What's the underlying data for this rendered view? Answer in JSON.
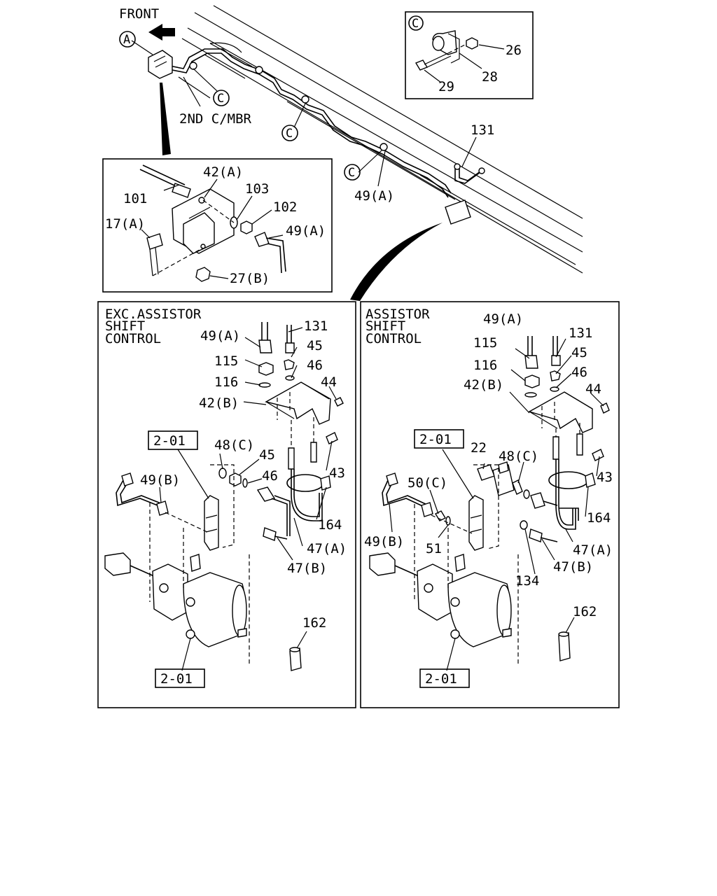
{
  "top": {
    "front_label": "FRONT",
    "member_label": "2ND C/MBR",
    "callout_a": "A",
    "callout_c": "C",
    "labels": {
      "p131": "131",
      "p49a": "49(A)"
    }
  },
  "detail_c": {
    "marker": "C",
    "labels": {
      "p26": "26",
      "p28": "28",
      "p29": "29"
    }
  },
  "detail_a": {
    "labels": {
      "p42a": "42(A)",
      "p101": "101",
      "p103": "103",
      "p102": "102",
      "p17a": "17(A)",
      "p49a": "49(A)",
      "p27b": "27(B)"
    }
  },
  "left_panel": {
    "title_lines": [
      "EXC.ASSISTOR",
      "SHIFT",
      "CONTROL"
    ],
    "labels": {
      "p49a": "49(A)",
      "p131": "131",
      "p45a": "45",
      "p115": "115",
      "p46a": "46",
      "p116": "116",
      "p44": "44",
      "p42b": "42(B)",
      "p48c": "48(C)",
      "p45b": "45",
      "p46b": "46",
      "p43": "43",
      "p49b": "49(B)",
      "p164": "164",
      "p47a": "47(A)",
      "p47b": "47(B)",
      "p162": "162"
    },
    "ref_top": "2-01",
    "ref_bottom": "2-01"
  },
  "right_panel": {
    "title_lines": [
      "ASSISTOR",
      "SHIFT",
      "CONTROL"
    ],
    "labels": {
      "p49a": "49(A)",
      "p131": "131",
      "p115": "115",
      "p45": "45",
      "p116": "116",
      "p46": "46",
      "p42b": "42(B)",
      "p44": "44",
      "p22": "22",
      "p48c": "48(C)",
      "p43": "43",
      "p50c": "50(C)",
      "p164": "164",
      "p49b": "49(B)",
      "p51": "51",
      "p47a": "47(A)",
      "p47b": "47(B)",
      "p134": "134",
      "p162": "162"
    },
    "ref_top": "2-01",
    "ref_bottom": "2-01"
  }
}
